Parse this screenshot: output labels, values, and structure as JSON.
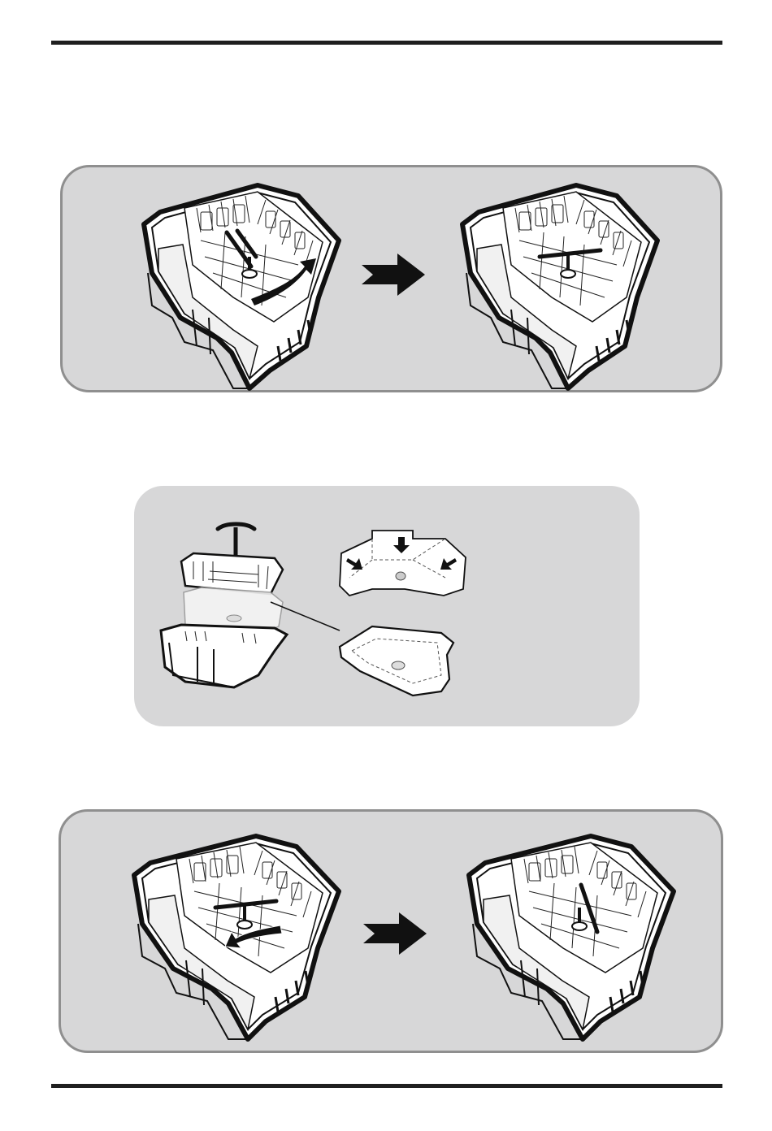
{
  "page": {
    "rules": [
      "top-rule",
      "bottom-rule"
    ]
  },
  "steps": [
    {
      "id": "step-1",
      "description_icon": "rotate-handle-clockwise",
      "arrow_icon": "right-arrow-icon"
    },
    {
      "id": "step-2",
      "description_icon": "filter-liner-fold",
      "fold_arrows": 3
    },
    {
      "id": "step-3",
      "description_icon": "rotate-handle-counterclockwise",
      "arrow_icon": "right-arrow-icon"
    }
  ],
  "colors": {
    "panel_fill": "#d7d7d8",
    "panel_border": "#8f8f8f",
    "line": "#111111",
    "rule": "#1f1f1f"
  }
}
